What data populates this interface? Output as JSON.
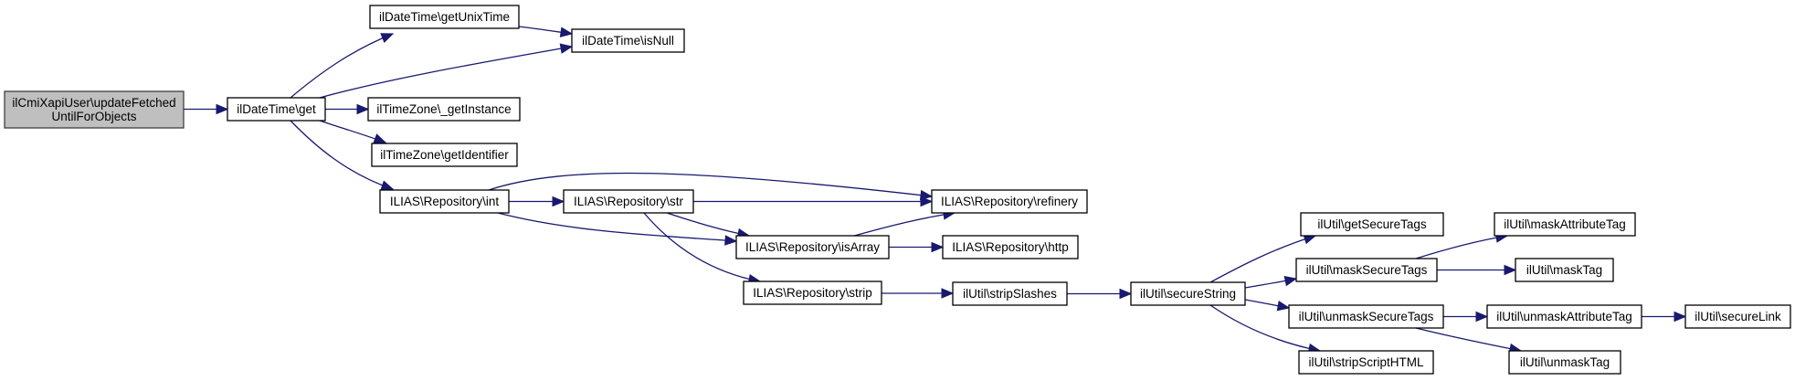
{
  "diagram": {
    "type": "call-graph",
    "colors": {
      "edge": "#191970",
      "root_fill": "#bfbfbf",
      "node_fill": "#ffffff",
      "node_border": "#000000"
    },
    "nodes": [
      {
        "id": "root",
        "lines": [
          "ilCmiXapiUser\\updateFetched",
          "UntilForObjects"
        ],
        "root": true
      },
      {
        "id": "dt_get",
        "lines": [
          "ilDateTime\\get"
        ]
      },
      {
        "id": "dt_getUnixTime",
        "lines": [
          "ilDateTime\\getUnixTime"
        ]
      },
      {
        "id": "dt_isNull",
        "lines": [
          "ilDateTime\\isNull"
        ]
      },
      {
        "id": "tz_getInstance",
        "lines": [
          "ilTimeZone\\_getInstance"
        ]
      },
      {
        "id": "tz_getIdentifier",
        "lines": [
          "ilTimeZone\\getIdentifier"
        ]
      },
      {
        "id": "repo_int",
        "lines": [
          "ILIAS\\Repository\\int"
        ]
      },
      {
        "id": "repo_str",
        "lines": [
          "ILIAS\\Repository\\str"
        ]
      },
      {
        "id": "repo_refinery",
        "lines": [
          "ILIAS\\Repository\\refinery"
        ]
      },
      {
        "id": "repo_isArray",
        "lines": [
          "ILIAS\\Repository\\isArray"
        ]
      },
      {
        "id": "repo_http",
        "lines": [
          "ILIAS\\Repository\\http"
        ]
      },
      {
        "id": "repo_strip",
        "lines": [
          "ILIAS\\Repository\\strip"
        ]
      },
      {
        "id": "util_stripSlashes",
        "lines": [
          "ilUtil\\stripSlashes"
        ]
      },
      {
        "id": "util_secureString",
        "lines": [
          "ilUtil\\secureString"
        ]
      },
      {
        "id": "util_getSecureTags",
        "lines": [
          "ilUtil\\getSecureTags"
        ]
      },
      {
        "id": "util_maskSecureTags",
        "lines": [
          "ilUtil\\maskSecureTags"
        ]
      },
      {
        "id": "util_unmaskSecureTags",
        "lines": [
          "ilUtil\\unmaskSecureTags"
        ]
      },
      {
        "id": "util_stripScriptHTML",
        "lines": [
          "ilUtil\\stripScriptHTML"
        ]
      },
      {
        "id": "util_maskAttributeTag",
        "lines": [
          "ilUtil\\maskAttributeTag"
        ]
      },
      {
        "id": "util_maskTag",
        "lines": [
          "ilUtil\\maskTag"
        ]
      },
      {
        "id": "util_unmaskAttributeTag",
        "lines": [
          "ilUtil\\unmaskAttributeTag"
        ]
      },
      {
        "id": "util_unmaskTag",
        "lines": [
          "ilUtil\\unmaskTag"
        ]
      },
      {
        "id": "util_secureLink",
        "lines": [
          "ilUtil\\secureLink"
        ]
      }
    ],
    "edges": [
      {
        "from": "root",
        "to": "dt_get"
      },
      {
        "from": "dt_get",
        "to": "dt_getUnixTime"
      },
      {
        "from": "dt_get",
        "to": "dt_isNull"
      },
      {
        "from": "dt_get",
        "to": "tz_getInstance"
      },
      {
        "from": "dt_get",
        "to": "tz_getIdentifier"
      },
      {
        "from": "dt_get",
        "to": "repo_int"
      },
      {
        "from": "dt_getUnixTime",
        "to": "dt_isNull"
      },
      {
        "from": "repo_int",
        "to": "repo_str"
      },
      {
        "from": "repo_int",
        "to": "repo_refinery"
      },
      {
        "from": "repo_int",
        "to": "repo_isArray"
      },
      {
        "from": "repo_str",
        "to": "repo_refinery"
      },
      {
        "from": "repo_str",
        "to": "repo_isArray"
      },
      {
        "from": "repo_str",
        "to": "repo_strip"
      },
      {
        "from": "repo_isArray",
        "to": "repo_refinery"
      },
      {
        "from": "repo_isArray",
        "to": "repo_http"
      },
      {
        "from": "repo_strip",
        "to": "util_stripSlashes"
      },
      {
        "from": "util_stripSlashes",
        "to": "util_secureString"
      },
      {
        "from": "util_secureString",
        "to": "util_getSecureTags"
      },
      {
        "from": "util_secureString",
        "to": "util_maskSecureTags"
      },
      {
        "from": "util_secureString",
        "to": "util_unmaskSecureTags"
      },
      {
        "from": "util_secureString",
        "to": "util_stripScriptHTML"
      },
      {
        "from": "util_maskSecureTags",
        "to": "util_maskAttributeTag"
      },
      {
        "from": "util_maskSecureTags",
        "to": "util_maskTag"
      },
      {
        "from": "util_unmaskSecureTags",
        "to": "util_unmaskAttributeTag"
      },
      {
        "from": "util_unmaskSecureTags",
        "to": "util_unmaskTag"
      },
      {
        "from": "util_unmaskAttributeTag",
        "to": "util_secureLink"
      }
    ]
  }
}
